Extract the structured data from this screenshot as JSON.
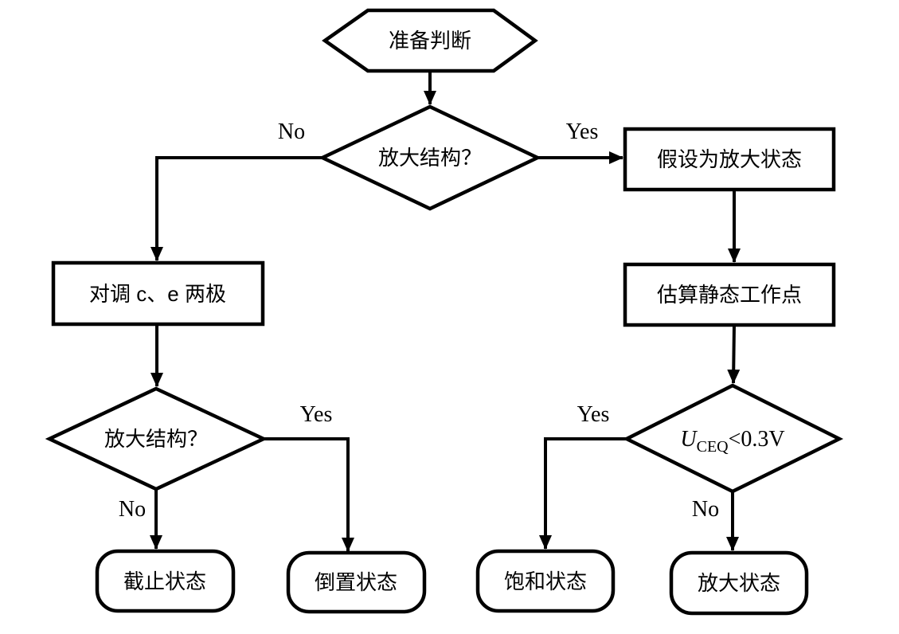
{
  "flowchart": {
    "nodes": {
      "start": {
        "label": "准备判断",
        "shape": "hexagon"
      },
      "decision1": {
        "label": "放大结构？",
        "shape": "diamond"
      },
      "assume": {
        "label": "假设为放大状态",
        "shape": "rect"
      },
      "swap": {
        "label": "对调 c、e 两极",
        "shape": "rect"
      },
      "estimate": {
        "label": "估算静态工作点",
        "shape": "rect"
      },
      "decision2": {
        "label": "放大结构？",
        "shape": "diamond"
      },
      "decision3": {
        "u": "U",
        "sub": "CEQ",
        "rest": "<0.3V",
        "shape": "diamond"
      },
      "cutoff": {
        "label": "截止状态",
        "shape": "rounded"
      },
      "inverted": {
        "label": "倒置状态",
        "shape": "rounded"
      },
      "saturation": {
        "label": "饱和状态",
        "shape": "rounded"
      },
      "amplify": {
        "label": "放大状态",
        "shape": "rounded"
      }
    },
    "edge_labels": {
      "d1_no": "No",
      "d1_yes": "Yes",
      "d2_yes": "Yes",
      "d2_no": "No",
      "d3_yes": "Yes",
      "d3_no": "No"
    },
    "edges": [
      {
        "from": "start",
        "to": "decision1",
        "label": ""
      },
      {
        "from": "decision1",
        "to": "swap",
        "label": "No"
      },
      {
        "from": "decision1",
        "to": "assume",
        "label": "Yes"
      },
      {
        "from": "assume",
        "to": "estimate",
        "label": ""
      },
      {
        "from": "swap",
        "to": "decision2",
        "label": ""
      },
      {
        "from": "estimate",
        "to": "decision3",
        "label": ""
      },
      {
        "from": "decision2",
        "to": "inverted",
        "label": "Yes"
      },
      {
        "from": "decision2",
        "to": "cutoff",
        "label": "No"
      },
      {
        "from": "decision3",
        "to": "saturation",
        "label": "Yes"
      },
      {
        "from": "decision3",
        "to": "amplify",
        "label": "No"
      }
    ],
    "colors": {
      "stroke": "#000000",
      "fill": "#ffffff",
      "background": "#ffffff",
      "text": "#000000"
    }
  }
}
